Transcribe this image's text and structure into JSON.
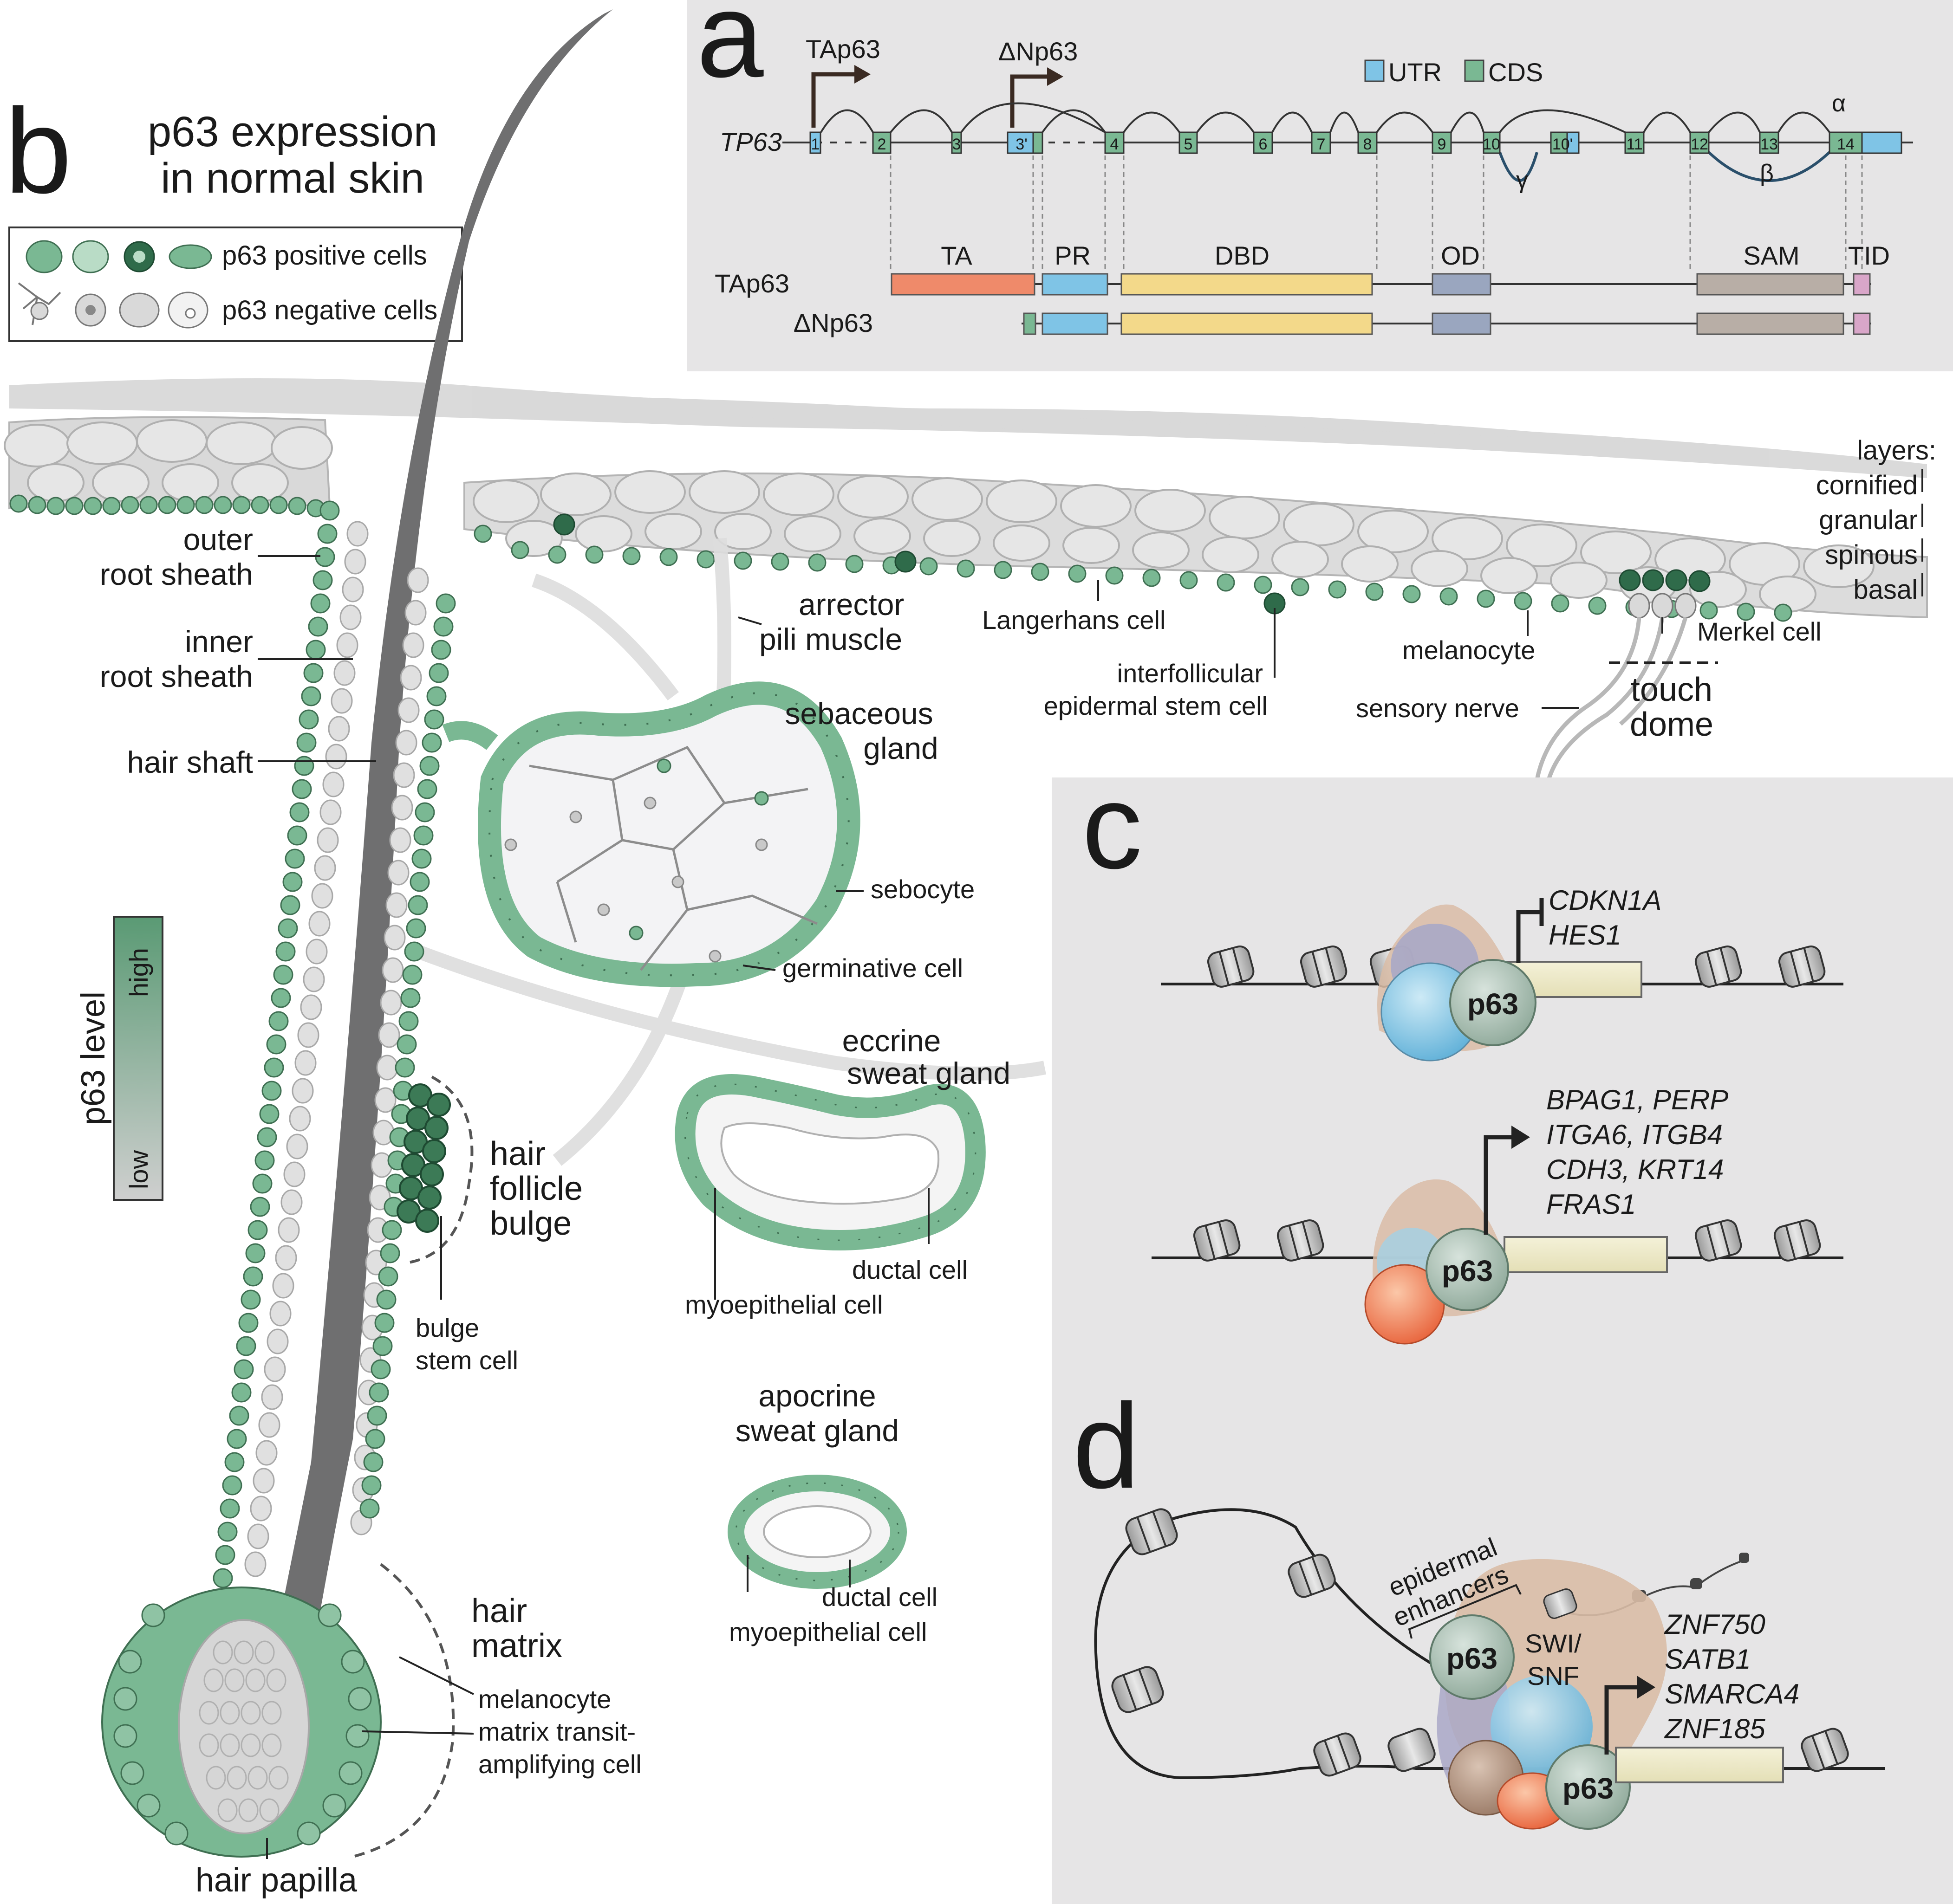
{
  "panel_a": {
    "letter": "a",
    "promoter_ta": "TAp63",
    "promoter_dn": "ΔNp63",
    "gene": "TP63",
    "legend_utr": "UTR",
    "legend_cds": "CDS",
    "exons": [
      "1",
      "2",
      "3",
      "3'",
      "4",
      "5",
      "6",
      "7",
      "8",
      "9",
      "10",
      "10'",
      "11",
      "12",
      "13",
      "14"
    ],
    "splice_alpha": "α",
    "splice_beta": "β",
    "splice_gamma": "γ",
    "iso_ta": "TAp63",
    "iso_dn": "ΔNp63",
    "domains": [
      "TA",
      "PR",
      "DBD",
      "OD",
      "SAM",
      "TID"
    ],
    "colors": {
      "utr": "#7fc4e6",
      "cds": "#7ab893",
      "TA": "#ef8a6a",
      "PR": "#7fc4e6",
      "DBD": "#f3d98a",
      "OD": "#9aa6bf",
      "SAM": "#b8aea6",
      "TID": "#d9a6c9",
      "panel_bg": "#e6e5e6"
    }
  },
  "panel_b": {
    "letter": "b",
    "title_line1": "p63 expression",
    "title_line2": "in normal skin",
    "legend_pos": "p63 positive cells",
    "legend_neg": "p63 negative cells",
    "scale_title": "p63 level",
    "scale_high": "high",
    "scale_low": "low",
    "layers_title": "layers:",
    "layers": [
      "cornified",
      "granular",
      "spinous",
      "basal"
    ],
    "labels": {
      "outer_root_sheath_1": "outer",
      "outer_root_sheath_2": "root sheath",
      "inner_root_sheath_1": "inner",
      "inner_root_sheath_2": "root sheath",
      "hair_shaft": "hair shaft",
      "arrector_1": "arrector",
      "arrector_2": "pili muscle",
      "langerhans": "Langerhans cell",
      "ife_1": "interfollicular",
      "ife_2": "epidermal stem cell",
      "melanocyte_top": "melanocyte",
      "merkel": "Merkel cell",
      "sensory_nerve": "sensory nerve",
      "touch_dome_1": "touch",
      "touch_dome_2": "dome",
      "sebaceous_1": "sebaceous",
      "sebaceous_2": "gland",
      "sebocyte": "sebocyte",
      "germinative": "germinative cell",
      "eccrine_1": "eccrine",
      "eccrine_2": "sweat gland",
      "ductal_eccrine": "ductal cell",
      "myo_eccrine": "myoepithelial cell",
      "bulge_1": "hair",
      "bulge_2": "follicle",
      "bulge_3": "bulge",
      "bulge_stem_1": "bulge",
      "bulge_stem_2": "stem cell",
      "apocrine_1": "apocrine",
      "apocrine_2": "sweat gland",
      "ductal_apocrine": "ductal cell",
      "myo_apocrine": "myoepithelial cell",
      "matrix_1": "hair",
      "matrix_2": "matrix",
      "melanocyte_matrix": "melanocyte",
      "mta_1": "matrix transit-",
      "mta_2": "amplifying cell",
      "hair_papilla": "hair papilla"
    },
    "colors": {
      "positive": "#7ab893",
      "high": "#2f6b4a",
      "negative": "#d9d9d9",
      "shaft": "#6f6f70"
    }
  },
  "panel_c": {
    "letter": "c",
    "repressed_genes": [
      "CDKN1A",
      "HES1"
    ],
    "activated_genes": [
      "BPAG1, PERP",
      "ITGA6, ITGB4",
      "CDH3, KRT14",
      "FRAS1"
    ],
    "factor": "p63"
  },
  "panel_d": {
    "letter": "d",
    "enhancer_1": "epidermal",
    "enhancer_2": "enhancers",
    "swi_1": "SWI/",
    "swi_2": "SNF",
    "factor": "p63",
    "genes": [
      "ZNF750",
      "SATB1",
      "SMARCA4",
      "ZNF185"
    ]
  }
}
